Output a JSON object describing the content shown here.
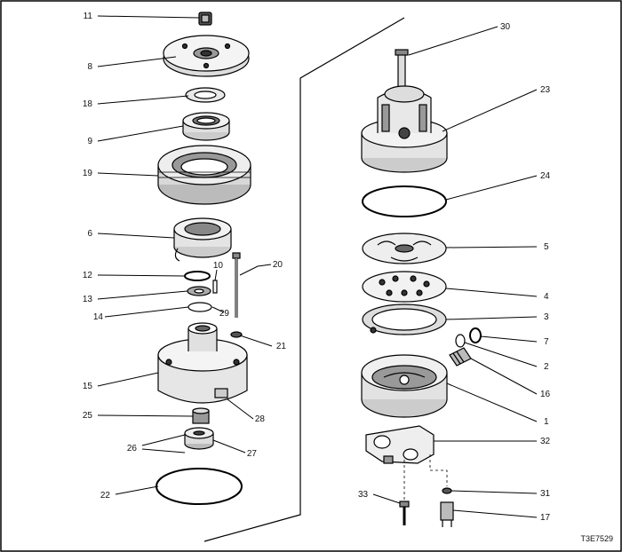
{
  "callouts_left": {
    "c11": "11",
    "c8": "8",
    "c18": "18",
    "c9": "9",
    "c19": "19",
    "c6": "6",
    "c12": "12",
    "c10": "10",
    "c20": "20",
    "c13": "13",
    "c29": "29",
    "c14": "14",
    "c21": "21",
    "c15": "15",
    "c25": "25",
    "c28": "28",
    "c26": "26",
    "c27": "27",
    "c22": "22"
  },
  "callouts_right": {
    "c30": "30",
    "c23": "23",
    "c24": "24",
    "c5": "5",
    "c4": "4",
    "c3": "3",
    "c7": "7",
    "c2": "2",
    "c16": "16",
    "c1": "1",
    "c32": "32",
    "c33": "33",
    "c31": "31",
    "c17": "17"
  },
  "figure_code": "T3E7529"
}
